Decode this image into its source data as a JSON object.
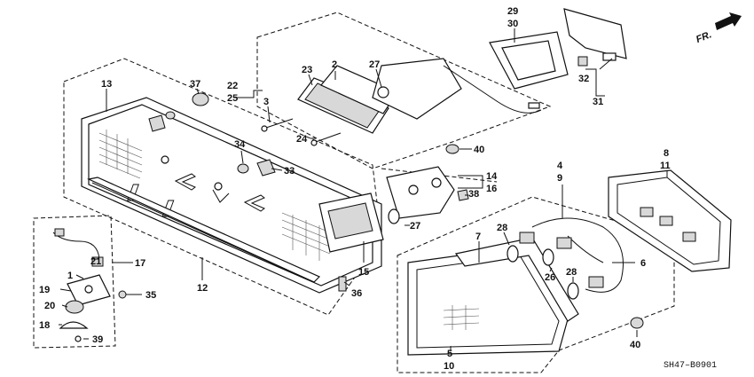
{
  "diagram": {
    "direction_label": "FR.",
    "drawing_code": "SH47–B0901",
    "callouts": [
      {
        "id": "c13",
        "text": "13"
      },
      {
        "id": "c37",
        "text": "37"
      },
      {
        "id": "c22",
        "text": "22"
      },
      {
        "id": "c25",
        "text": "25"
      },
      {
        "id": "c3",
        "text": "3"
      },
      {
        "id": "c23",
        "text": "23"
      },
      {
        "id": "c2",
        "text": "2"
      },
      {
        "id": "c27a",
        "text": "27"
      },
      {
        "id": "c29",
        "text": "29"
      },
      {
        "id": "c30",
        "text": "30"
      },
      {
        "id": "c32",
        "text": "32"
      },
      {
        "id": "c31",
        "text": "31"
      },
      {
        "id": "c24",
        "text": "24"
      },
      {
        "id": "c40a",
        "text": "40"
      },
      {
        "id": "c34",
        "text": "34"
      },
      {
        "id": "c33",
        "text": "33"
      },
      {
        "id": "c14",
        "text": "14"
      },
      {
        "id": "c16",
        "text": "16"
      },
      {
        "id": "c38",
        "text": "38"
      },
      {
        "id": "c27b",
        "text": "27"
      },
      {
        "id": "c4",
        "text": "4"
      },
      {
        "id": "c9",
        "text": "9"
      },
      {
        "id": "c8",
        "text": "8"
      },
      {
        "id": "c11",
        "text": "11"
      },
      {
        "id": "c28a",
        "text": "28"
      },
      {
        "id": "c7",
        "text": "7"
      },
      {
        "id": "c6",
        "text": "6"
      },
      {
        "id": "c26",
        "text": "26"
      },
      {
        "id": "c28b",
        "text": "28"
      },
      {
        "id": "c21",
        "text": "21"
      },
      {
        "id": "c17",
        "text": "17"
      },
      {
        "id": "c12",
        "text": "12"
      },
      {
        "id": "c15",
        "text": "15"
      },
      {
        "id": "c36",
        "text": "36"
      },
      {
        "id": "c1",
        "text": "1"
      },
      {
        "id": "c19",
        "text": "19"
      },
      {
        "id": "c35",
        "text": "35"
      },
      {
        "id": "c20",
        "text": "20"
      },
      {
        "id": "c18",
        "text": "18"
      },
      {
        "id": "c39",
        "text": "39"
      },
      {
        "id": "c5",
        "text": "5"
      },
      {
        "id": "c10",
        "text": "10"
      },
      {
        "id": "c40b",
        "text": "40"
      }
    ]
  }
}
